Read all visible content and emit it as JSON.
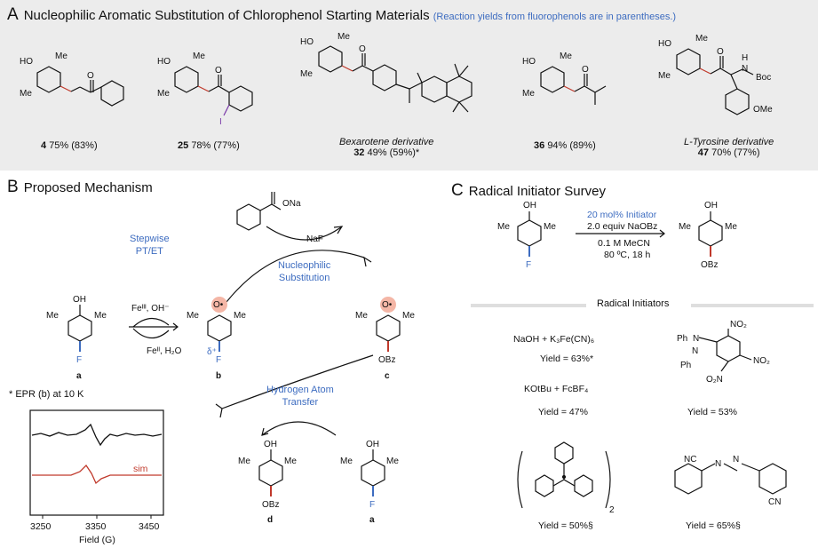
{
  "panelA": {
    "letter": "A",
    "title": "Nucleophilic Aromatic Substitution of Chlorophenol Starting Materials",
    "note": "(Reaction yields from fluorophenols are in parentheses.)",
    "compounds": [
      {
        "num": "4",
        "yield": "75% (83%)",
        "name": ""
      },
      {
        "num": "25",
        "yield": "78% (77%)",
        "name": ""
      },
      {
        "num": "32",
        "yield": "49% (59%)*",
        "name": "Bexarotene derivative"
      },
      {
        "num": "36",
        "yield": "94% (89%)",
        "name": ""
      },
      {
        "num": "47",
        "yield": "70% (77%)",
        "name": "L-Tyrosine derivative"
      }
    ],
    "atoms": {
      "HO": "HO",
      "Me": "Me",
      "O": "O",
      "I": "I",
      "H": "H",
      "N": "N",
      "Boc": "Boc",
      "OMe": "OMe"
    }
  },
  "panelB": {
    "letter": "B",
    "title": "Proposed Mechanism",
    "stepwise": [
      "Stepwise",
      "PT/ET"
    ],
    "ns": [
      "Nucleophilic",
      "Substitution"
    ],
    "hat": [
      "Hydrogen Atom",
      "Transfer"
    ],
    "reagent_top": "Feᴵᴵᴵ, OH⁻",
    "reagent_bottom": "Feᴵᴵ, H₂O",
    "naf": "NaF",
    "ona": "ONa",
    "labels": {
      "a": "a",
      "b": "b",
      "c": "c",
      "d": "d",
      "a2": "a"
    },
    "atoms": {
      "OH": "OH",
      "Me": "Me",
      "F": "F",
      "Odot": "O•",
      "OBz": "OBz",
      "delta": "δ⁺"
    },
    "epr": {
      "title": "* EPR (b) at 10 K",
      "sim": "sim",
      "xlabel": "Field (G)",
      "xticks": [
        "3250",
        "3350",
        "3450"
      ]
    }
  },
  "panelC": {
    "letter": "C",
    "title": "Radical Initiator Survey",
    "cond1": "20 mol% Initiator",
    "cond2": "2.0 equiv NaOBz",
    "cond3": "0.1 M MeCN",
    "cond4": "80 ºC, 18 h",
    "atoms": {
      "OH": "OH",
      "Me": "Me",
      "F": "F",
      "OBz": "OBz"
    },
    "initiators_title": "Radical Initiators",
    "items": [
      {
        "name": "NaOH + K₃Fe(CN)₆",
        "yield": "Yield = 63%*"
      },
      {
        "name": "",
        "yield": "Yield = 53%"
      },
      {
        "name": "KOtBu + FcBF₄",
        "yield": "Yield = 47%"
      },
      {
        "name": "",
        "yield": "Yield = 50%§"
      },
      {
        "name": "",
        "yield": "Yield = 65%§"
      }
    ],
    "dpph_atoms": {
      "Ph": "Ph",
      "N": "N",
      "NO2": "NO₂",
      "O2N": "O₂N"
    },
    "trityl_sub": "2",
    "azo_atoms": {
      "NC": "NC",
      "CN": "CN",
      "N": "N"
    }
  },
  "colors": {
    "blue": "#3d6cc0",
    "red": "#c0392b",
    "pink": "#f4b6a6",
    "panel_bg": "#ececec"
  }
}
